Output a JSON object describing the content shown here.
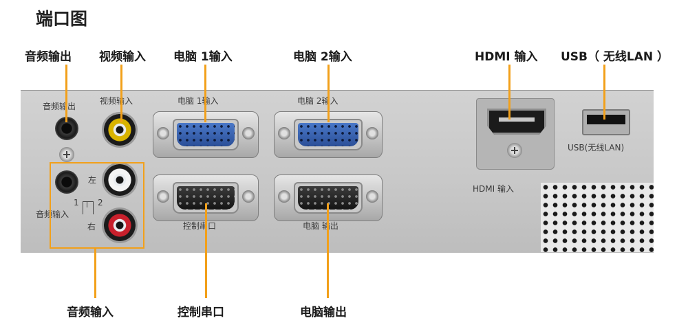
{
  "title": "端口图",
  "callouts": {
    "audio_out": "音频输出",
    "video_in": "视频输入",
    "pc1_in": "电脑 1输入",
    "pc2_in": "电脑 2输入",
    "hdmi_in": "HDMI 输入",
    "usb": "USB（ 无线LAN ）",
    "audio_in": "音频输入",
    "serial": "控制串口",
    "pc_out": "电脑输出"
  },
  "panel_print": {
    "audio_out": "音频输出",
    "video_in": "视频输入",
    "pc1_in": "电脑 1输入",
    "pc2_in": "电脑 2输入",
    "hdmi_in": "HDMI 输入",
    "usb": "USB(无线LAN)",
    "left": "左",
    "right": "右",
    "num1": "1",
    "num2": "2",
    "audio_in": "音频输入",
    "serial": "控制串口",
    "pc_out": "电脑 输出"
  },
  "colors": {
    "leader": "#f2a01a",
    "vga_blue": "#3a64b4",
    "rca_yellow": "#d9b300",
    "rca_red": "#c8202c"
  }
}
